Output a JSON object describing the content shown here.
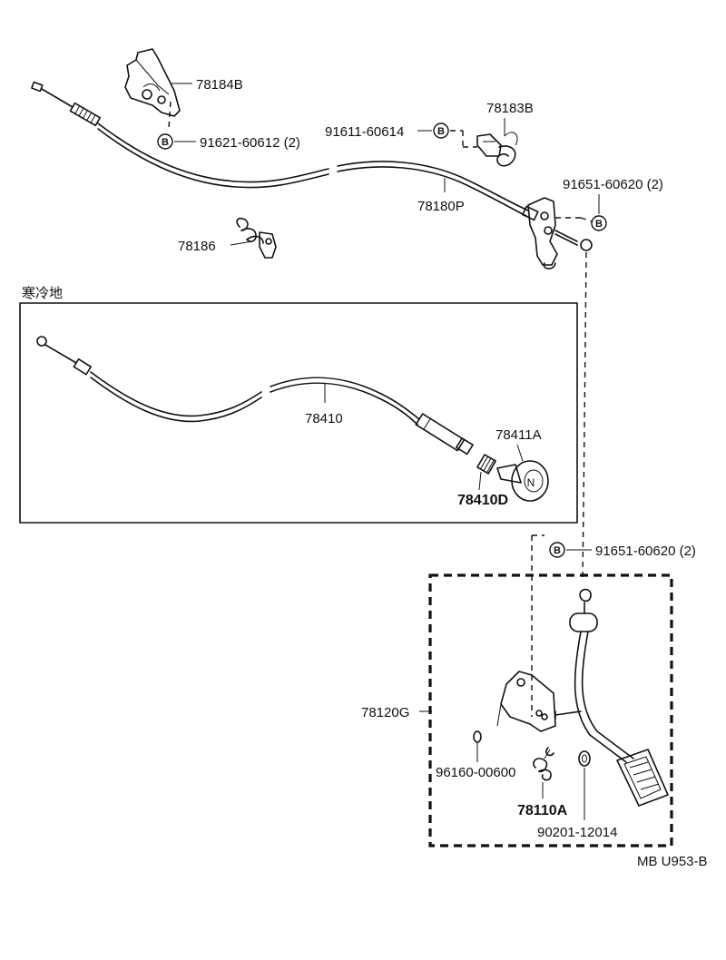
{
  "diagram": {
    "parts": {
      "bracket_top": "78184B",
      "bolt_top_left": "91621-60612 (2)",
      "bolt_mid": "91611-60614",
      "clip": "78183B",
      "bolt_right_top": "91651-60620 (2)",
      "cable_main": "78180P",
      "spring_small": "78186",
      "cold_cable": "78410",
      "knob": "78411A",
      "knob_nut": "78410D",
      "bolt_right_mid": "91651-60620 (2)",
      "pedal_assy": "78120G",
      "washer_left": "96160-00600",
      "spring_pedal": "78110A",
      "washer_right": "90201-12014"
    },
    "cold_region_label": "寒冷地",
    "bolt_symbol": "B",
    "page_code": "MB U953-B"
  }
}
